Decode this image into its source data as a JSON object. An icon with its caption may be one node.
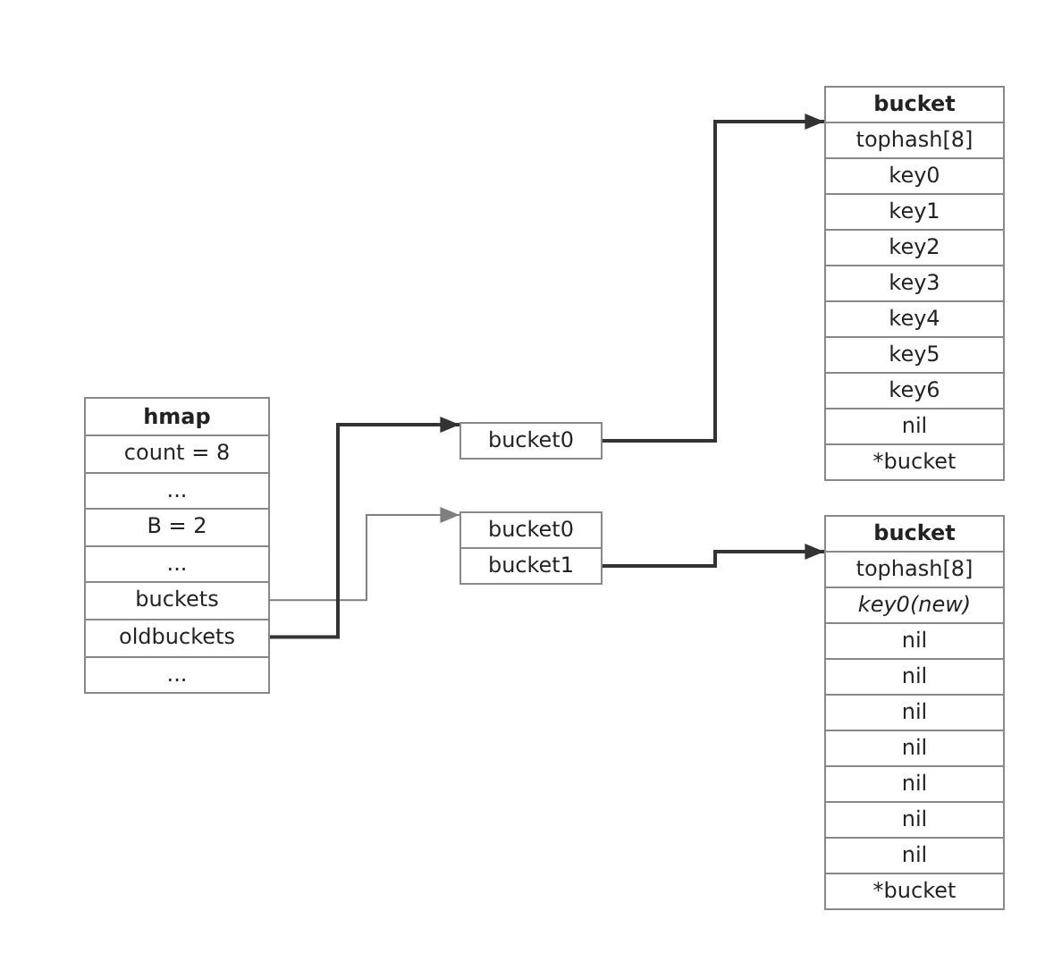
{
  "diagram": {
    "nodes": [
      {
        "text": [
          "hmap"
        ]
      },
      {
        "text": [
          "count = 8"
        ],
        "in": 0
      },
      {
        "text": [
          "..."
        ],
        "in": 0
      },
      {
        "text": [
          "B = 2"
        ],
        "in": 0
      },
      {
        "text": [
          "..."
        ],
        "in": 0
      },
      {
        "text": [
          "buckets"
        ],
        "in": 0
      },
      {
        "text": [
          "oldbuckets"
        ],
        "in": 0
      },
      {
        "text": [
          "..."
        ],
        "in": 0
      },
      {
        "text": [
          "bucket0"
        ]
      },
      {
        "text": [
          "bucket0"
        ]
      },
      {
        "text": [
          "bucket1"
        ]
      },
      {
        "text": [
          "bucket"
        ]
      },
      {
        "text": [
          "tophash[8]"
        ],
        "in": 11
      },
      {
        "text": [
          "key0"
        ],
        "in": 11
      },
      {
        "text": [
          "key1"
        ],
        "in": 11
      },
      {
        "text": [
          "key2"
        ],
        "in": 11
      },
      {
        "text": [
          "key3"
        ],
        "in": 11
      },
      {
        "text": [
          "key4"
        ],
        "in": 11
      },
      {
        "text": [
          "key5"
        ],
        "in": 11
      },
      {
        "text": [
          "key6"
        ],
        "in": 11
      },
      {
        "text": [
          "nil"
        ],
        "in": 11
      },
      {
        "text": [
          "*bucket"
        ],
        "in": 11
      },
      {
        "text": [
          "bucket"
        ]
      },
      {
        "text": [
          "tophash[8]"
        ],
        "in": 22
      },
      {
        "text": [
          "key0(new)"
        ],
        "in": 22
      },
      {
        "text": [
          "nil"
        ],
        "in": 22
      },
      {
        "text": [
          "nil"
        ],
        "in": 22
      },
      {
        "text": [
          "nil"
        ],
        "in": 22
      },
      {
        "text": [
          "nil"
        ],
        "in": 22
      },
      {
        "text": [
          "nil"
        ],
        "in": 22
      },
      {
        "text": [
          "nil"
        ],
        "in": 22
      },
      {
        "text": [
          "nil"
        ],
        "in": 22
      },
      {
        "text": [
          "*bucket"
        ],
        "in": 22
      }
    ],
    "edges": [
      {
        "from": 5,
        "to": 9,
        "arrow": "to",
        "color": "#7f7f7f"
      },
      {
        "from": 6,
        "to": 8,
        "arrow": "to"
      },
      {
        "from": 8,
        "to": 11,
        "arrow": "to"
      },
      {
        "from": 10,
        "to": 22,
        "arrow": "to"
      }
    ]
  }
}
